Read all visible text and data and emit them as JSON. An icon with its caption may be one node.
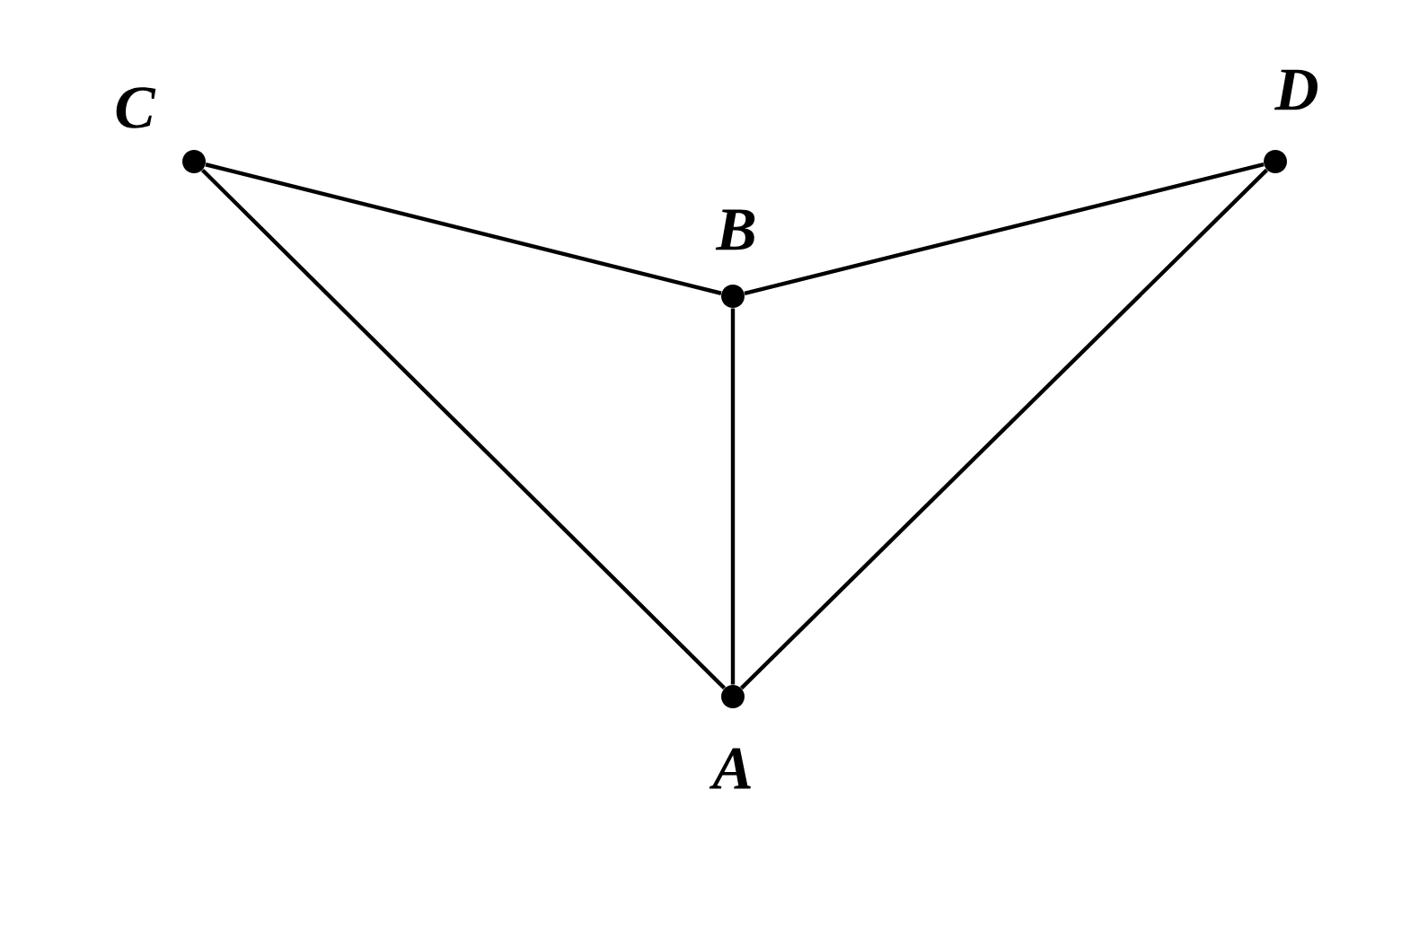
{
  "diagram": {
    "nodes": [
      {
        "text": [],
        "shape": "circle",
        "beside": [
          "C"
        ]
      },
      {
        "text": [],
        "shape": "circle",
        "beside": [
          "D"
        ]
      },
      {
        "text": [],
        "shape": "circle",
        "beside": [
          "B"
        ]
      },
      {
        "text": [],
        "shape": "circle",
        "beside": [
          "A"
        ]
      }
    ],
    "edges": [
      {
        "from": 0,
        "to": 2,
        "arrow": "none"
      },
      {
        "from": 2,
        "to": 1,
        "arrow": "none"
      },
      {
        "from": 0,
        "to": 3,
        "arrow": "none"
      },
      {
        "from": 2,
        "to": 3,
        "arrow": "none"
      },
      {
        "from": 1,
        "to": 3,
        "arrow": "none"
      }
    ]
  }
}
